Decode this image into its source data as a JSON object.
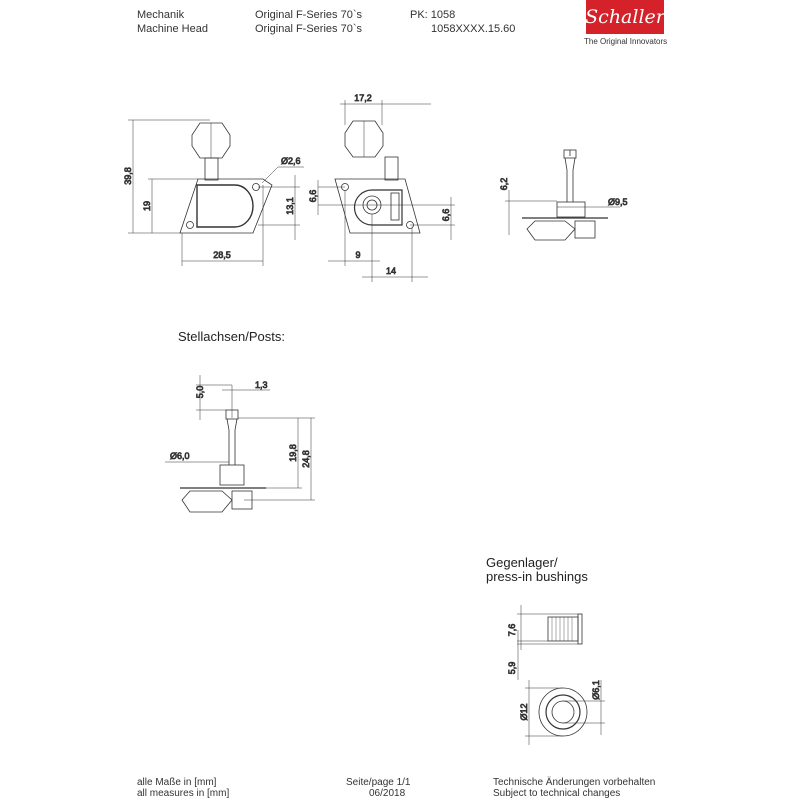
{
  "header": {
    "label_de": "Mechanik",
    "label_en": "Machine Head",
    "series_de": "Original F-Series 70`s",
    "series_en": "Original F-Series 70`s",
    "pk": "PK: 1058",
    "article": "1058XXXX.15.60"
  },
  "logo": {
    "brand": "Schaller",
    "tagline": "The Original Innovators",
    "color": "#d5222a"
  },
  "machine_head": {
    "dims": {
      "total_height": "39,8",
      "plate_height": "19",
      "hole_spacing_v": "13,1",
      "hole_dia": "Ø2,6",
      "width": "28,5",
      "knob_width": "17,2",
      "left_offset": "6,6",
      "right_offset": "6,6",
      "x_9": "9",
      "x_14": "14",
      "post_height": "6,2",
      "bushing_dia": "Ø9,5"
    }
  },
  "posts": {
    "title": "Stellachsen/Posts:",
    "dims": {
      "slot_depth": "5,0",
      "slot_width": "1,3",
      "h1": "19,8",
      "h2": "24,8",
      "dia": "Ø6,0"
    }
  },
  "bushings": {
    "title_de": "Gegenlager/",
    "title_en": "press-in bushings",
    "dims": {
      "height": "7,6",
      "flange": "5,9",
      "outer": "Ø12",
      "inner": "Ø6,1"
    }
  },
  "footer": {
    "measures_de": "alle Maße in [mm]",
    "measures_en": "all measures in [mm]",
    "page": "Seite/page 1/1",
    "date": "06/2018",
    "notice_de": "Technische Änderungen vorbehalten",
    "notice_en": "Subject to technical changes"
  }
}
